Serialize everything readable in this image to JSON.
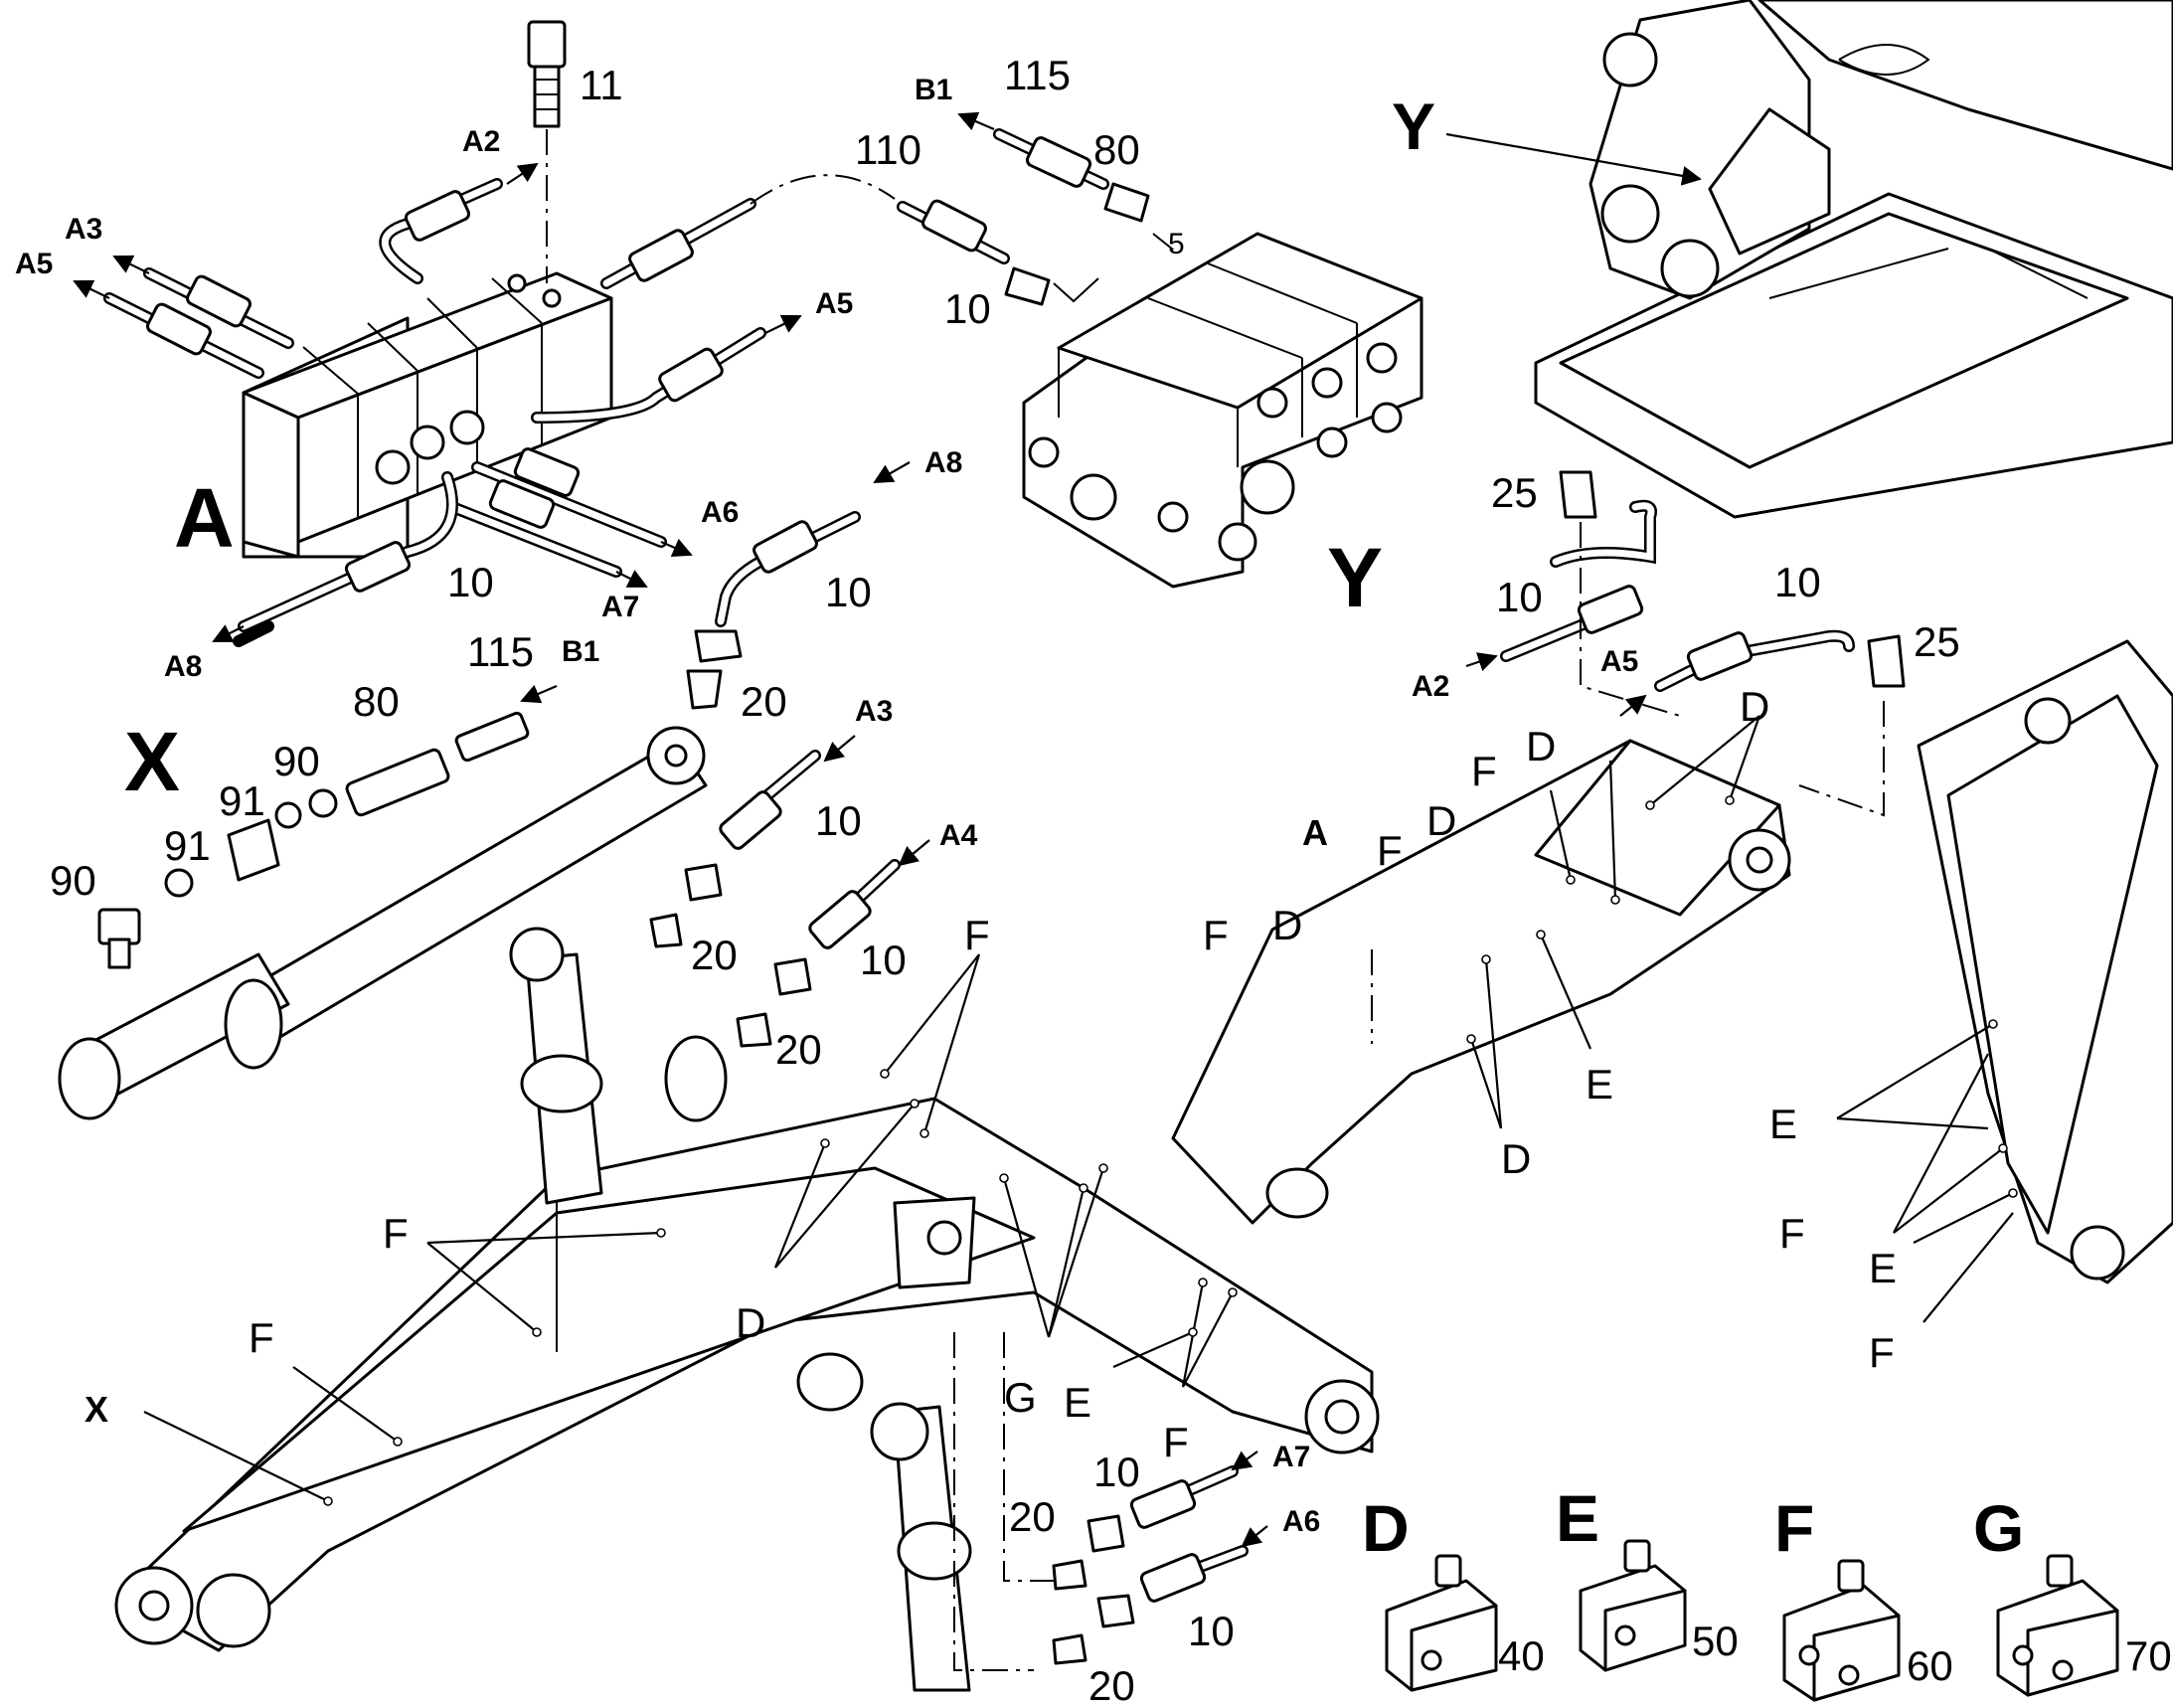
{
  "diagram": {
    "assembly_labels": {
      "A": "A",
      "X": "X",
      "Y": "Y"
    },
    "ports": [
      "A2",
      "A3",
      "A4",
      "A5",
      "A6",
      "A7",
      "A8",
      "B1"
    ],
    "part_numbers": [
      "5",
      "10",
      "11",
      "20",
      "25",
      "40",
      "50",
      "60",
      "70",
      "80",
      "90",
      "91",
      "110",
      "115"
    ],
    "grease_points": [
      "D",
      "E",
      "F",
      "G"
    ],
    "legend": [
      {
        "letter": "D",
        "part": "40"
      },
      {
        "letter": "E",
        "part": "50"
      },
      {
        "letter": "F",
        "part": "60"
      },
      {
        "letter": "G",
        "part": "70"
      }
    ]
  }
}
